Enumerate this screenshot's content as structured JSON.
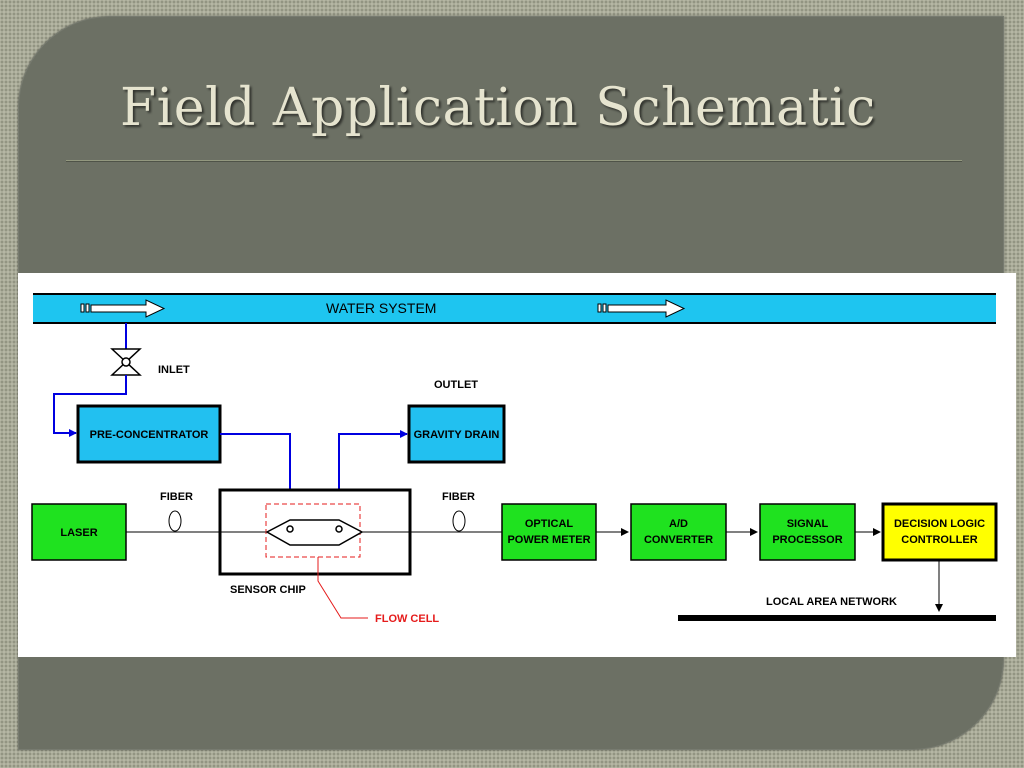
{
  "slide": {
    "title": "Field Application Schematic"
  },
  "schematic": {
    "water_system": "WATER SYSTEM",
    "inlet": "INLET",
    "outlet": "OUTLET",
    "pre_concentrator": "PRE-CONCENTRATOR",
    "gravity_drain": "GRAVITY DRAIN",
    "fiber_left": "FIBER",
    "fiber_right": "FIBER",
    "laser": "LASER",
    "sensor_chip": "SENSOR CHIP",
    "flow_cell": "FLOW CELL",
    "optical_power_meter": [
      "OPTICAL",
      "POWER METER"
    ],
    "ad_converter": [
      "A/D",
      "CONVERTER"
    ],
    "signal_processor": [
      "SIGNAL",
      "PROCESSOR"
    ],
    "decision_logic_controller": [
      "DECISION LOGIC",
      "CONTROLLER"
    ],
    "local_area_network": "LOCAL AREA NETWORK"
  },
  "colors": {
    "water": "#1ec5f0",
    "cyan_box": "#22c0f0",
    "green_box": "#1fe21f",
    "yellow_box": "#ffff00",
    "flow_line": "#0000e0",
    "flow_cell_red": "#e51b1b"
  }
}
